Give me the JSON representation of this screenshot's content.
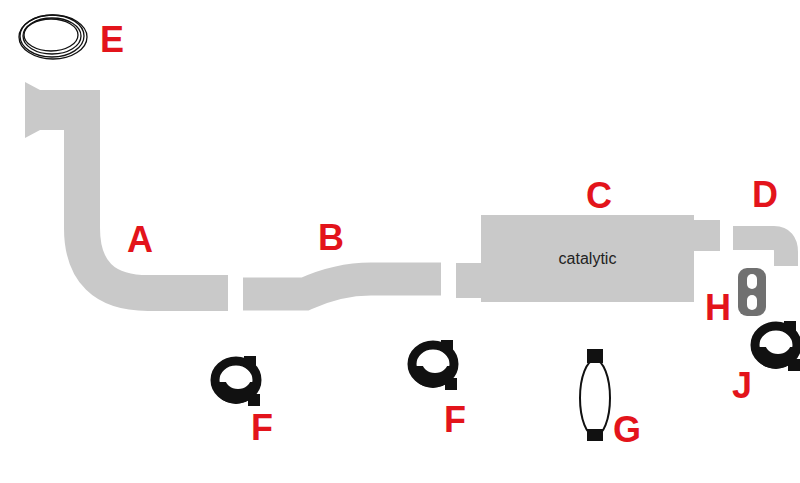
{
  "diagram": {
    "nodes": [
      {
        "text": [
          "catalytic"
        ]
      }
    ],
    "labels": [
      "E",
      "C",
      "D",
      "A",
      "B",
      "H",
      "J",
      "F",
      "F",
      "G"
    ]
  }
}
